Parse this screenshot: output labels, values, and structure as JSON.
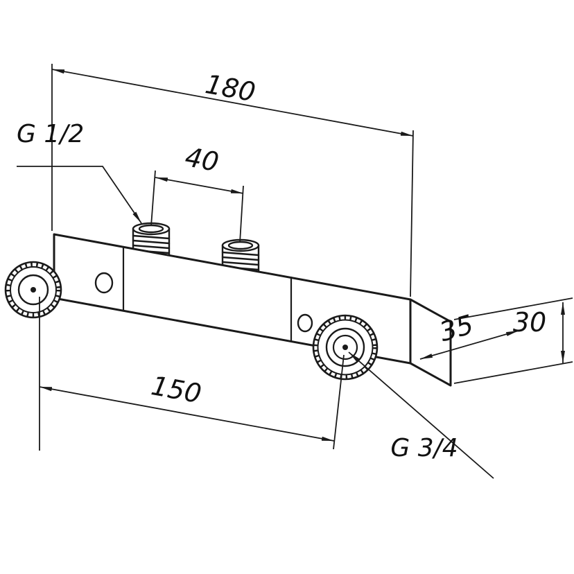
{
  "drawing": {
    "type": "technical-dimension-drawing",
    "subject": "wall-mounted faucet mounting bracket with two threaded ports and two threaded stubs",
    "colors": {
      "line": "#1a1a1a",
      "background": "#ffffff"
    },
    "labels": {
      "dim_length_total": "180",
      "thread_top": "G 1/2",
      "dim_stub_spacing": "40",
      "dim_depth": "35",
      "dim_height": "30",
      "dim_port_spacing": "150",
      "thread_port": "G 3/4"
    }
  }
}
